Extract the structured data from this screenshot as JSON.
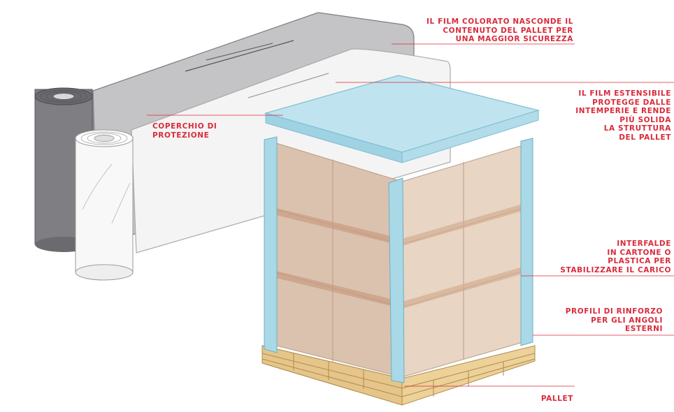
{
  "colors": {
    "accent": "#d92b3a",
    "grey_film": "#c4c3c5",
    "white_film": "#f4f4f4",
    "lid": "#bfe4ef",
    "corner_profile": "#a9d8e6",
    "box": "#e3cbb7",
    "pallet": "#e9cd96"
  },
  "labels": {
    "colored_film": [
      "IL FILM COLORATO NASCONDE IL",
      "CONTENUTO DEL PALLET PER",
      "UNA MAGGIOR SICUREZZA"
    ],
    "stretch_film": [
      "IL FILM ESTENSIBILE",
      "PROTEGGE DALLE",
      "INTEMPERIE E RENDE",
      "PIÙ SOLIDA",
      "LA STRUTTURA",
      "DEL PALLET"
    ],
    "cover": [
      "COPERCHIO DI",
      "PROTEZIONE"
    ],
    "interlayers": [
      "INTERFALDE",
      "IN CARTONE O",
      "PLASTICA PER",
      "STABILIZZARE IL CARICO"
    ],
    "profiles": [
      "PROFILI DI RINFORZO",
      "PER GLI ANGOLI",
      "ESTERNI"
    ],
    "pallet": [
      "PALLET"
    ]
  }
}
